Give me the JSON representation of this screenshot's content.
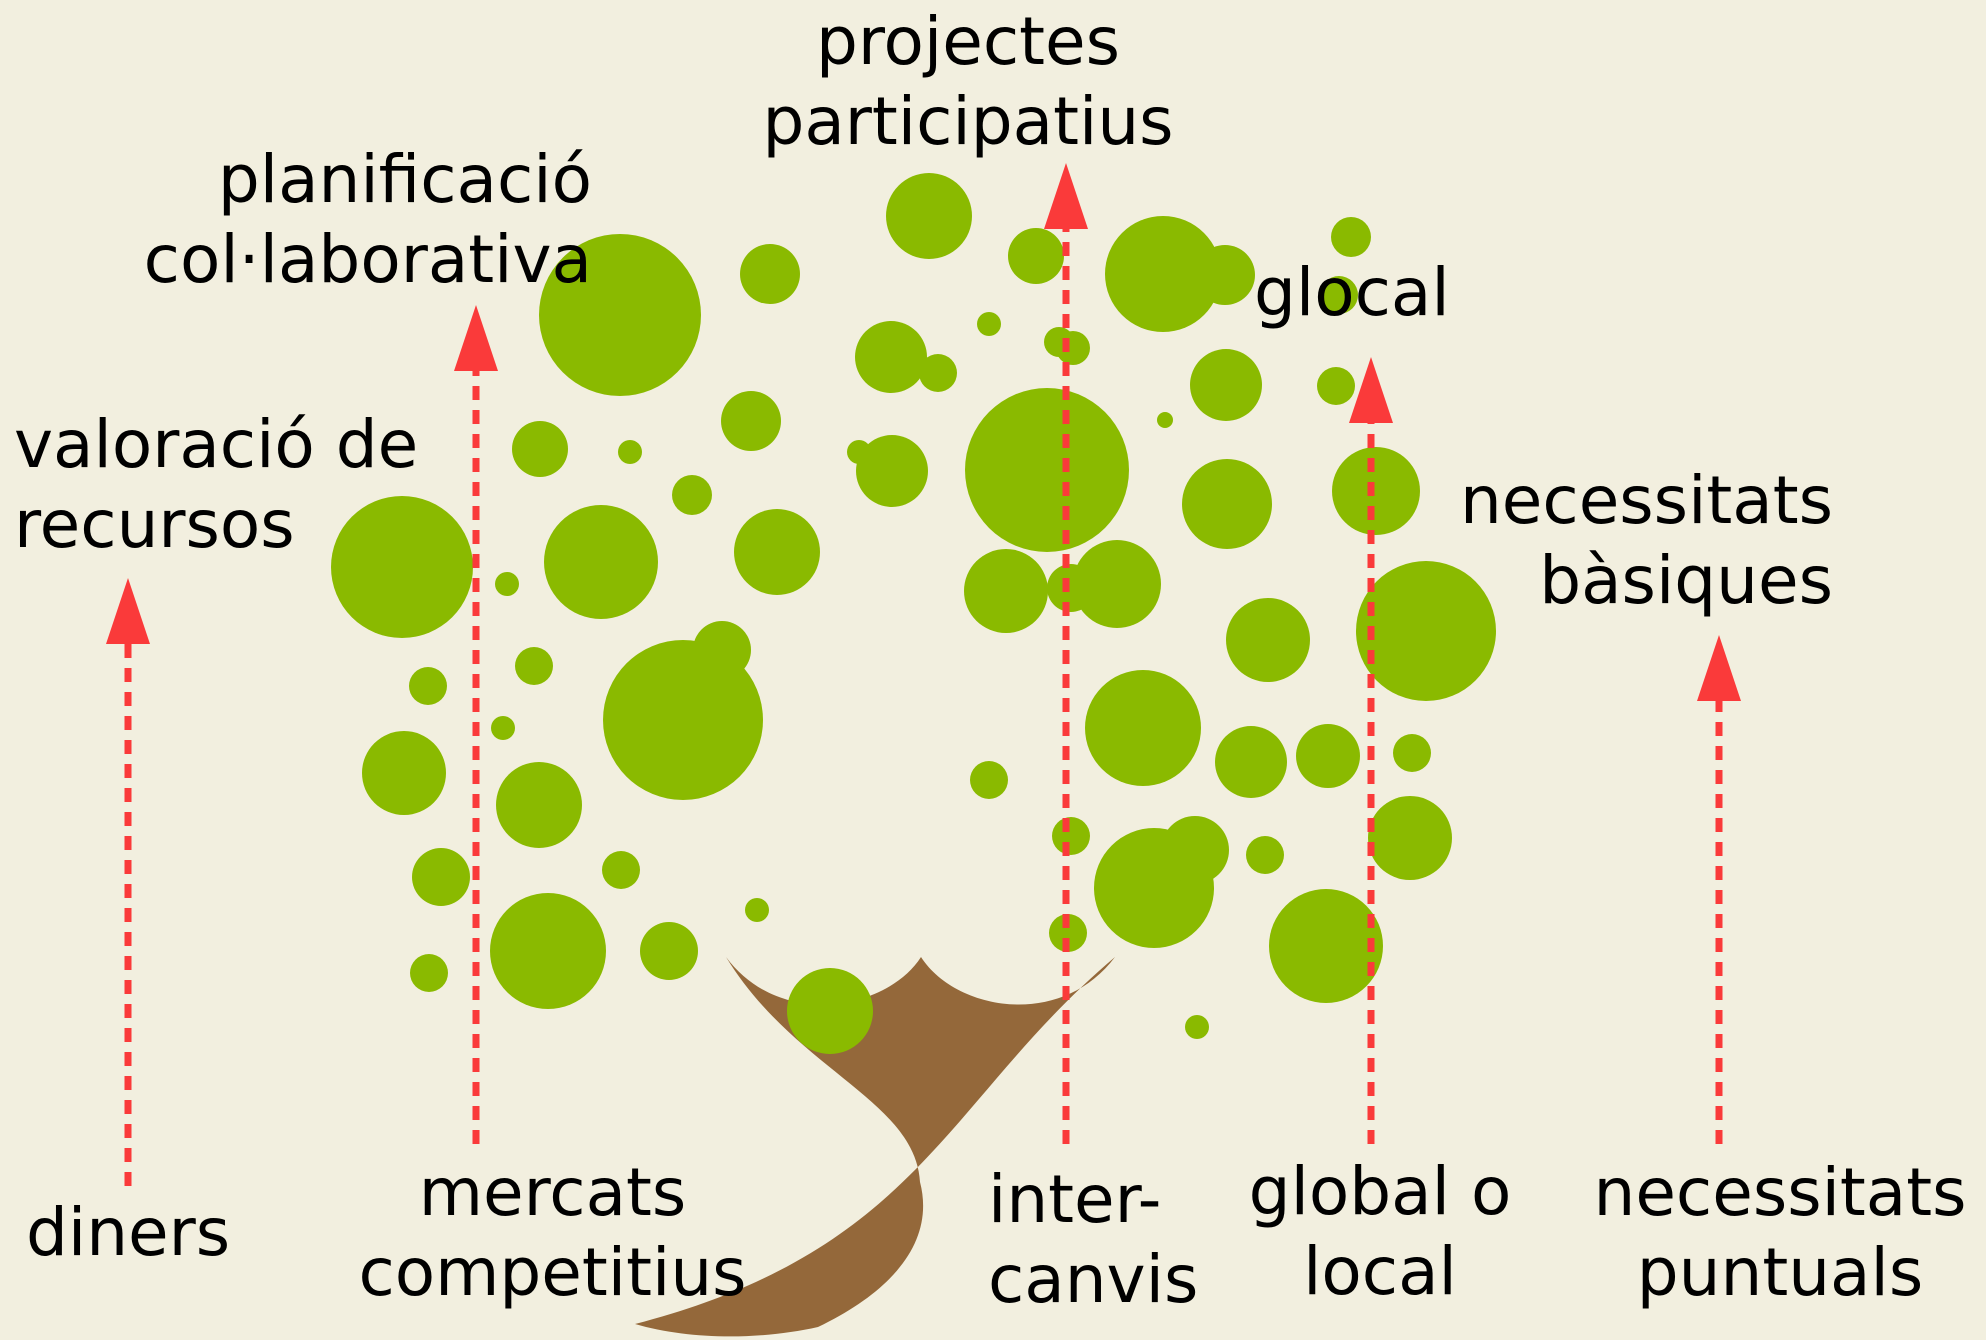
{
  "colors": {
    "background": "#f2efdf",
    "leaf": "#8aba00",
    "trunk": "#94683a",
    "arrow": "#fa3a3a"
  },
  "labels": {
    "valoracio": [
      "valoració de",
      "recursos"
    ],
    "diners": [
      "diners"
    ],
    "planificacio": [
      "planificació",
      "col·laborativa"
    ],
    "mercats": [
      "mercats",
      "competitius"
    ],
    "projectes": [
      "projectes",
      "participatius"
    ],
    "intercanvis": [
      "inter-",
      "canvis"
    ],
    "glocal": [
      "glocal"
    ],
    "global": [
      "global o",
      "local"
    ],
    "necessitats_basiques": [
      "necessitats",
      "bàsiques"
    ],
    "necessitats_puntuals": [
      "necessitats",
      "puntuals"
    ]
  }
}
